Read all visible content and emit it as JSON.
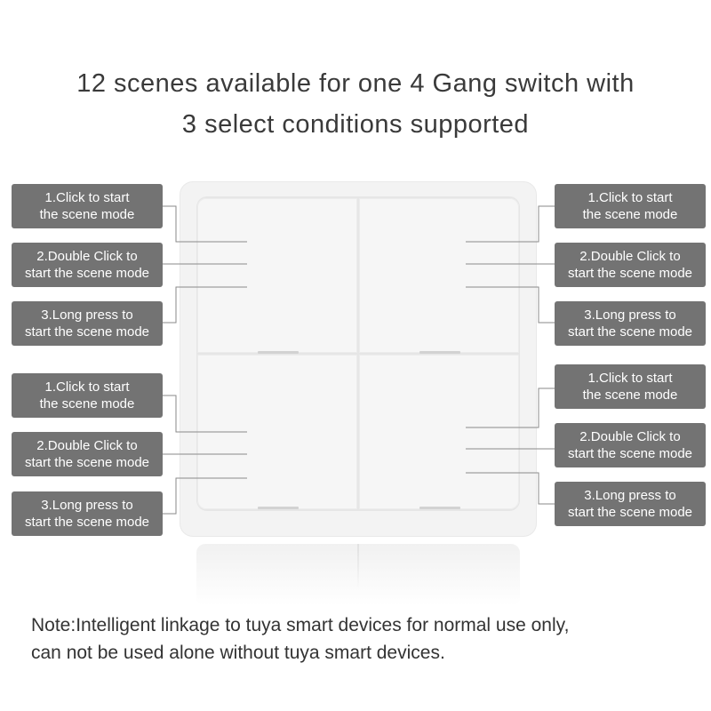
{
  "headline": {
    "line1": "12 scenes available for one 4 Gang switch with",
    "line2": "3 select conditions supported"
  },
  "labels": {
    "click": {
      "line1": "1.Click to start",
      "line2": "the scene mode"
    },
    "double_click": {
      "line1": "2.Double Click to",
      "line2": "start the scene mode"
    },
    "long_press": {
      "line1": "3.Long press to",
      "line2": "start the scene mode"
    }
  },
  "note": {
    "line1": "Note:Intelligent linkage to tuya smart devices for normal use only,",
    "line2": "can not be used alone without tuya smart devices."
  },
  "colors": {
    "label_background": "#737373",
    "label_text": "#ffffff",
    "leader_line": "#8a8a8a",
    "key_face": "#f6f6f6"
  }
}
